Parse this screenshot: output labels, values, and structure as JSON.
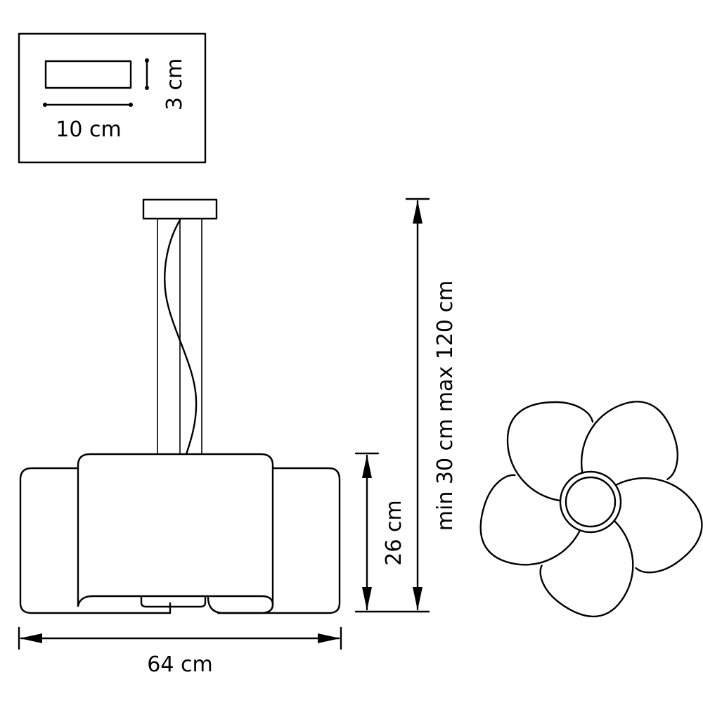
{
  "diagram": {
    "type": "pendant-lamp-dimension-drawing",
    "colors": {
      "stroke": "#000000",
      "background": "#ffffff"
    }
  },
  "shade_inset": {
    "width_label": "10 cm",
    "height_label": "3 cm"
  },
  "dimensions": {
    "overall_width": "64 cm",
    "shade_height": "26 cm",
    "suspension_length": "min 30 cm max 120 cm"
  },
  "views": {
    "front": "front-elevation",
    "top": "top-view-five-petal"
  }
}
